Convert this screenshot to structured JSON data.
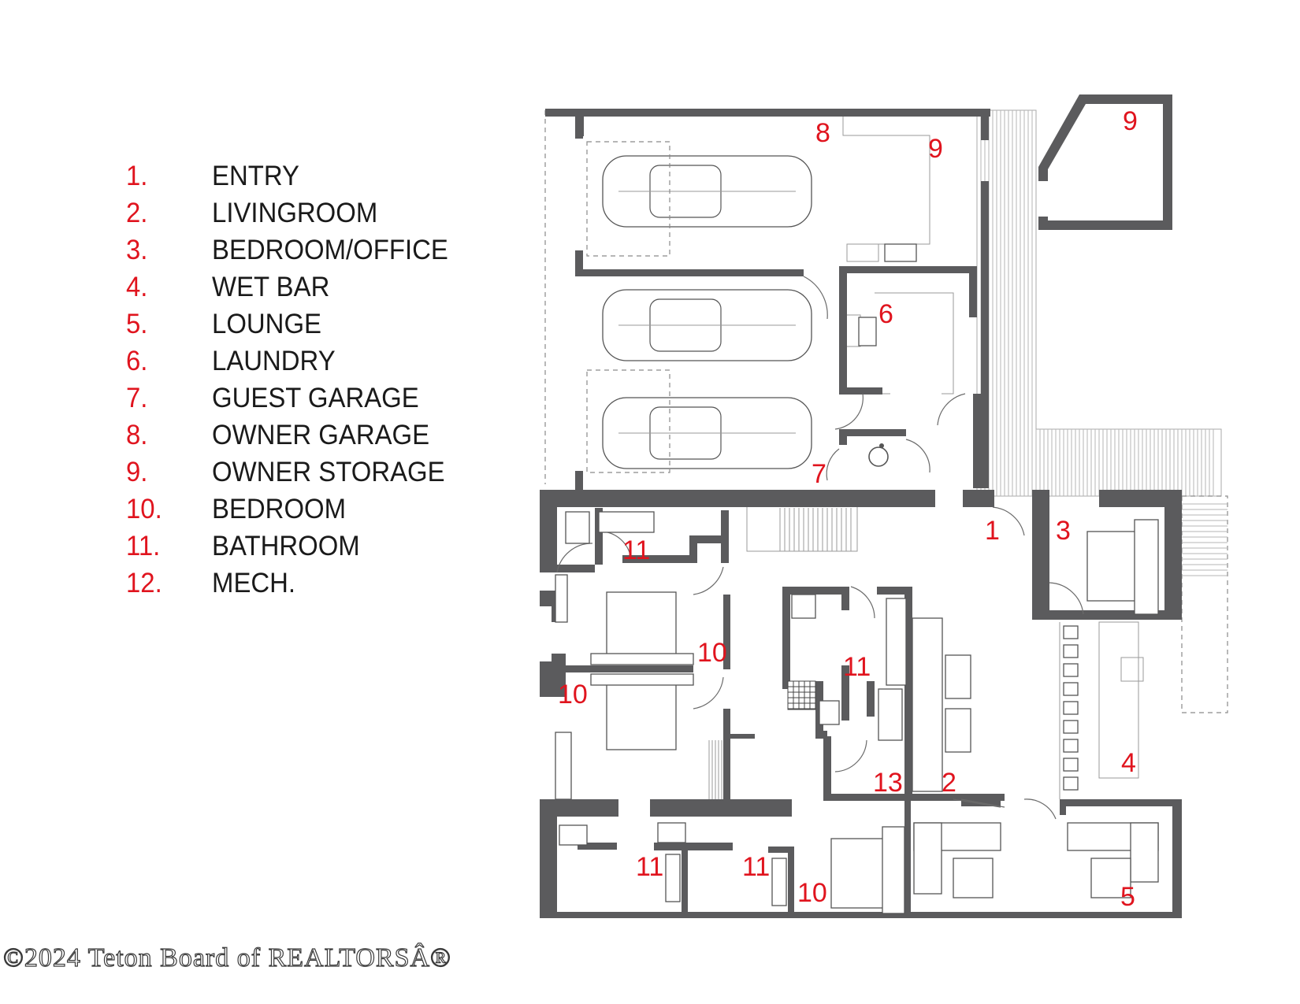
{
  "legend": [
    {
      "num": "1.",
      "label": "ENTRY"
    },
    {
      "num": "2.",
      "label": "LIVINGROOM"
    },
    {
      "num": "3.",
      "label": "BEDROOM/OFFICE"
    },
    {
      "num": "4.",
      "label": "WET BAR"
    },
    {
      "num": "5.",
      "label": "LOUNGE"
    },
    {
      "num": "6.",
      "label": "LAUNDRY"
    },
    {
      "num": "7.",
      "label": "GUEST GARAGE"
    },
    {
      "num": "8.",
      "label": "OWNER GARAGE"
    },
    {
      "num": "9.",
      "label": "OWNER STORAGE"
    },
    {
      "num": "10.",
      "label": "BEDROOM"
    },
    {
      "num": "11.",
      "label": "BATHROOM"
    },
    {
      "num": "12.",
      "label": "MECH."
    }
  ],
  "room_labels": [
    "8",
    "9",
    "9",
    "6",
    "7",
    "1",
    "3",
    "11",
    "10",
    "10",
    "11",
    "13",
    "2",
    "4",
    "11",
    "11",
    "10",
    "5"
  ],
  "copyright": "©2024 Teton Board of REALTORSÂ®",
  "colors": {
    "wall": "#5b5b5d",
    "label": "#e0141e",
    "text": "#1a1a1a"
  }
}
